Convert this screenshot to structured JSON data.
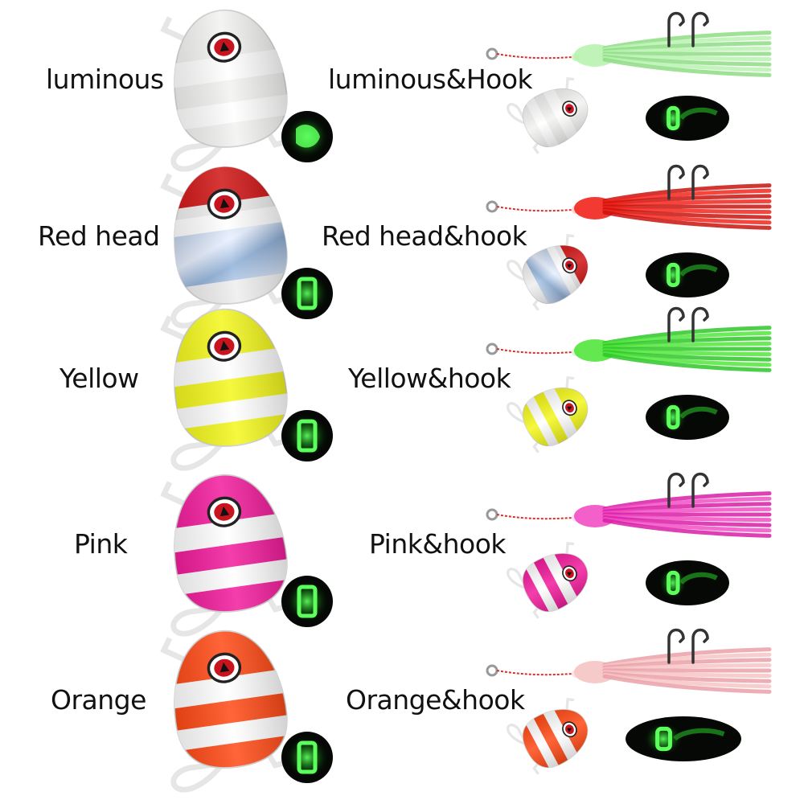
{
  "rows": [
    {
      "name": "luminous",
      "combo": "luminous&Hook",
      "body": "#f2f2f0",
      "band": "#ffffff",
      "head": "#f2f2f0",
      "holo": false,
      "skirt": "#b9f2b0",
      "skirtDark": "#8fdc86",
      "bead": "#c8f5c0"
    },
    {
      "name": "Red head",
      "combo": "Red head&hook",
      "body": "#eeeeee",
      "band": "#ffffff",
      "head": "#cf1414",
      "holo": true,
      "skirt": "#f2251c",
      "skirtDark": "#c9140e",
      "bead": "#ffd2cf"
    },
    {
      "name": "Yellow",
      "combo": "Yellow&hook",
      "body": "#f3f71c",
      "band": "#ffffff",
      "head": "#f3f71c",
      "holo": false,
      "skirt": "#52e63c",
      "skirtDark": "#2fc72a",
      "bead": "#d8f8d0"
    },
    {
      "name": "Pink",
      "combo": "Pink&hook",
      "body": "#f21c9c",
      "band": "#ffffff",
      "head": "#f21c9c",
      "holo": false,
      "skirt": "#f24fc4",
      "skirtDark": "#d81fa6",
      "bead": "#ffe0f2"
    },
    {
      "name": "Orange",
      "combo": "Orange&hook",
      "body": "#ff4a16",
      "band": "#ffffff",
      "head": "#ff4a16",
      "holo": false,
      "skirt": "#f6c4c4",
      "skirtDark": "#eaa0a8",
      "bead": "#ffe4e4"
    }
  ],
  "colors": {
    "glow": "#5cff5c",
    "glowDim": "#1e8f1e",
    "line": "#d43030",
    "hook": "#333333"
  }
}
